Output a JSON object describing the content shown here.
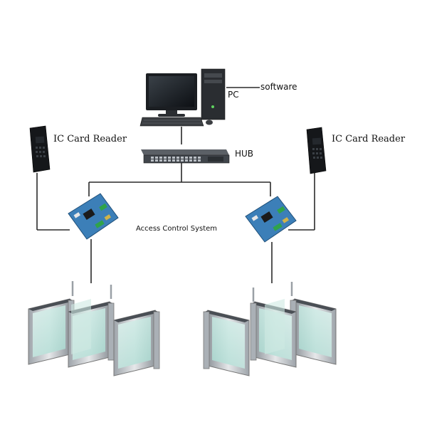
{
  "labels": {
    "software": "software",
    "pc": "PC",
    "hub": "HUB",
    "reader_left": "IC Card Reader",
    "reader_right": "IC Card Reader",
    "access_control": "Access  Control System"
  },
  "colors": {
    "line": "#2a2a2a",
    "board": "#3c7fb8",
    "turnstile_frame": "#c9cdd2",
    "glass": "#bfe4dd"
  }
}
